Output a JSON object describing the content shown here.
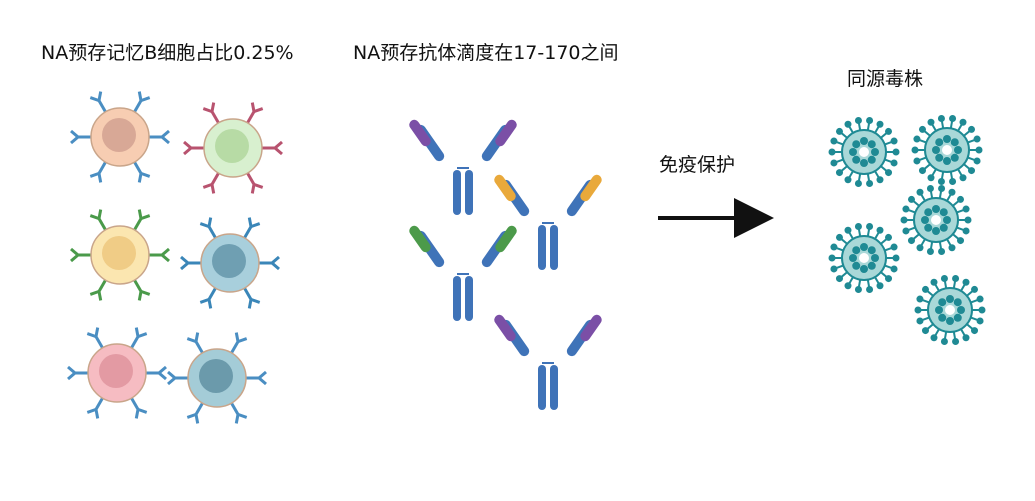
{
  "labels": {
    "memory_b": "NA预存记忆B细胞占比0.25%",
    "antibody": "NA预存抗体滴度在17-170之间",
    "protection": "免疫保护",
    "strain": "同源毒株"
  },
  "colors": {
    "arrow": "#111111",
    "antibody_chain": "#3f73b8",
    "virus_body": "#a9d8d8",
    "virus_spike": "#1f8a94"
  },
  "b_cells": [
    {
      "fill": "#f7cdb2",
      "nucleus": "#d8a896",
      "receptor": "#4a8ec2"
    },
    {
      "fill": "#d8f0cf",
      "nucleus": "#b7dba5",
      "receptor": "#b8536f"
    },
    {
      "fill": "#fbe6b0",
      "nucleus": "#f0cc86",
      "receptor": "#4a9a4a"
    },
    {
      "fill": "#a8cfdc",
      "nucleus": "#6f9fb2",
      "receptor": "#3a86b8"
    },
    {
      "fill": "#f6bcc2",
      "nucleus": "#e39aa3",
      "receptor": "#4a8ec2"
    },
    {
      "fill": "#a4ccd7",
      "nucleus": "#6b9aab",
      "receptor": "#4a8ec2"
    }
  ],
  "antibodies": [
    {
      "tip": "#7b4fa6"
    },
    {
      "tip": "#e9a93b"
    },
    {
      "tip": "#4c9a4a"
    },
    {
      "tip": "#7b4fa6"
    }
  ],
  "viruses": 5
}
